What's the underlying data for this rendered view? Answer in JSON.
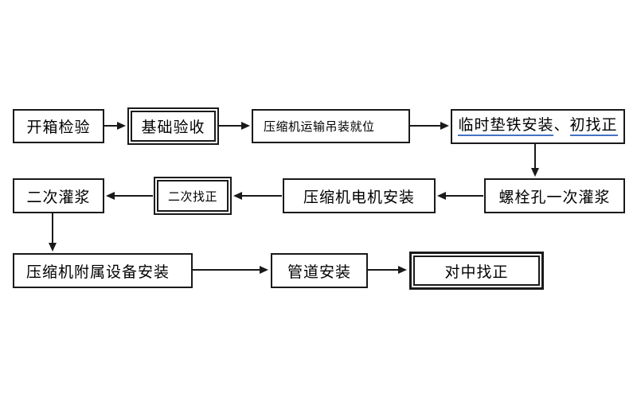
{
  "diagram": {
    "type": "flowchart",
    "language": "zh-CN",
    "colors": {
      "background": "#ffffff",
      "box_border": "#1a1a1a",
      "text": "#000000",
      "arrow": "#1a1a1a",
      "underline": "#4472c4"
    },
    "nodes": [
      {
        "id": "n1",
        "label": "开箱检验",
        "border": "single"
      },
      {
        "id": "n2",
        "label": "基础验收",
        "border": "double"
      },
      {
        "id": "n3",
        "label": "压缩机运输吊装就位",
        "border": "single"
      },
      {
        "id": "n4",
        "border": "single",
        "parts": [
          {
            "text": "临时垫铁安装",
            "underline": true
          },
          {
            "text": "、",
            "underline": false
          },
          {
            "text": "初找正",
            "underline": true
          }
        ],
        "label": "临时垫铁安装、初找正"
      },
      {
        "id": "n5",
        "label": "螺栓孔一次灌浆",
        "border": "single"
      },
      {
        "id": "n6",
        "label": "压缩机电机安装",
        "border": "single"
      },
      {
        "id": "n7",
        "label": "二次找正",
        "border": "double"
      },
      {
        "id": "n8",
        "label": "二次灌浆",
        "border": "single"
      },
      {
        "id": "n9",
        "label": "压缩机附属设备安装",
        "border": "single"
      },
      {
        "id": "n10",
        "label": "管道安装",
        "border": "single"
      },
      {
        "id": "n11",
        "label": "对中找正",
        "border": "double-bold"
      }
    ],
    "edges": [
      {
        "from": "开箱检验",
        "to": "基础验收"
      },
      {
        "from": "基础验收",
        "to": "压缩机运输吊装就位"
      },
      {
        "from": "压缩机运输吊装就位",
        "to": "临时垫铁安装、初找正"
      },
      {
        "from": "临时垫铁安装、初找正",
        "to": "螺栓孔一次灌浆"
      },
      {
        "from": "螺栓孔一次灌浆",
        "to": "压缩机电机安装"
      },
      {
        "from": "压缩机电机安装",
        "to": "二次找正"
      },
      {
        "from": "二次找正",
        "to": "二次灌浆"
      },
      {
        "from": "二次灌浆",
        "to": "压缩机附属设备安装"
      },
      {
        "from": "压缩机附属设备安装",
        "to": "管道安装"
      },
      {
        "from": "管道安装",
        "to": "对中找正"
      }
    ]
  }
}
